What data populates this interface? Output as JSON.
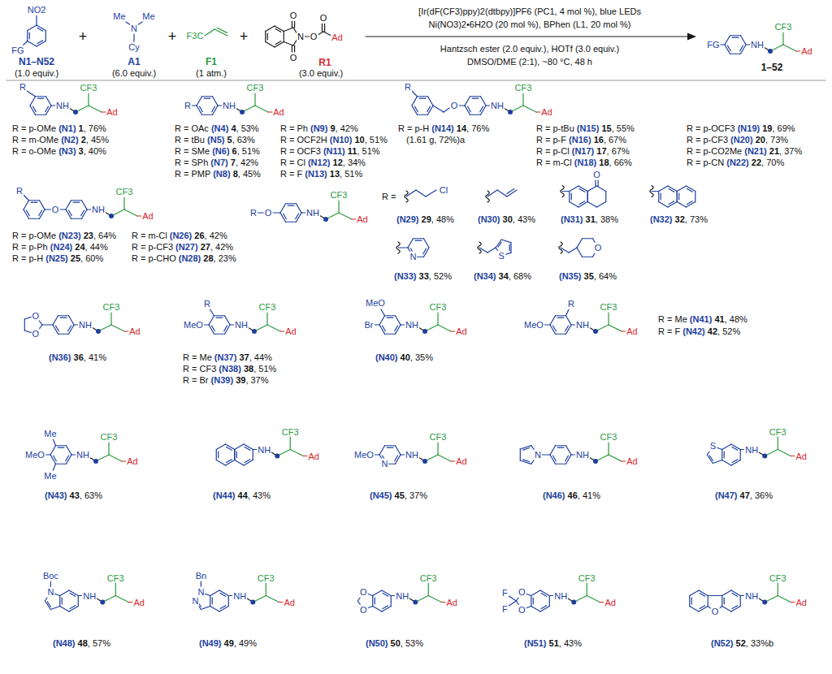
{
  "diagram": {
    "labels": [
      "NO2",
      "FG",
      "N1–N52",
      "(1.0 equiv.)",
      "+",
      "Me",
      "Me",
      "N",
      "Cy",
      "A1",
      "(6.0 equiv.)",
      "+",
      "F3C",
      "F1",
      "(1 atm.)",
      "+",
      "O",
      "O",
      "N",
      "O",
      "Ad",
      "O",
      "R1",
      "(3.0 equiv.)",
      "[Ir(dF(CF3)ppy)2(dtbpy)]PF6 (PC1, 4 mol %), blue LEDs",
      "Ni(NO3)2•6H2O (20 mol %), BPhen (L1, 20 mol %)",
      "Hantzsch ester (2.0 equiv.), HOTf (3.0 equiv.)",
      "DMSO/DME (2:1), ~80 °C, 48 h",
      "FG",
      "NH",
      "CF3",
      "Ad",
      "1–52",
      "R",
      "NH",
      "CF3",
      "Ad",
      "R = p-OMe (N1) 1, 76%",
      "R = m-OMe (N2) 2, 45%",
      "R = o-OMe (N3) 3, 40%",
      "R",
      "NH",
      "CF3",
      "Ad",
      "R = OAc (N4) 4, 53%",
      "R = tBu (N5) 5, 63%",
      "R = SMe (N6) 6, 51%",
      "R = SPh (N7) 7, 42%",
      "R = PMP (N8) 8, 45%",
      "R = Ph (N9) 9, 42%",
      "R = OCF2H (N10) 10, 51%",
      "R = OCF3 (N11) 11, 51%",
      "R = Cl (N12) 12, 34%",
      "R = F (N13) 13, 51%",
      "R",
      "O",
      "NH",
      "CF3",
      "Ad",
      "R = p-H (N14) 14, 76%",
      "(1.61 g, 72%)a",
      "R = p-tBu (N15) 15, 55%",
      "R = p-F (N16) 16, 67%",
      "R = p-Cl (N17) 17, 67%",
      "R = m-Cl (N18) 18, 66%",
      "R = p-OCF3 (N19) 19, 69%",
      "R = p-CF3 (N20) 20, 73%",
      "R = p-CO2Me (N21) 21, 37%",
      "R = p-CN (N22) 22, 70%",
      "R",
      "O",
      "NH",
      "CF3",
      "Ad",
      "R = p-OMe (N23) 23, 64%",
      "R = p-Ph (N24) 24, 44%",
      "R = p-H (N25) 25, 60%",
      "R = m-Cl (N26) 26, 42%",
      "R = p-CF3 (N27) 27, 42%",
      "R = p-CHO (N28) 28, 23%",
      "R",
      "O",
      "NH",
      "CF3",
      "Ad",
      "R =",
      "Cl",
      "(N29) 29, 48%",
      "(N30) 30, 43%",
      "O",
      "(N31) 31, 38%",
      "(N32) 32, 73%",
      "N",
      "(N33) 33, 52%",
      "S",
      "(N34) 34, 68%",
      "O",
      "(N35) 35, 64%",
      "O",
      "O",
      "NH",
      "CF3",
      "Ad",
      "(N36) 36, 41%",
      "R",
      "MeO",
      "NH",
      "CF3",
      "Ad",
      "R = Me (N37) 37, 44%",
      "R = CF3 (N38) 38, 51%",
      "R = Br (N39) 39, 37%",
      "MeO",
      "Br",
      "NH",
      "CF3",
      "Ad",
      "(N40) 40, 35%",
      "R",
      "MeO",
      "NH",
      "CF3",
      "Ad",
      "R = Me (N41) 41, 48%",
      "R = F (N42) 42, 52%",
      "Me",
      "MeO",
      "Me",
      "NH",
      "CF3",
      "Ad",
      "(N43) 43, 63%",
      "NH",
      "CF3",
      "Ad",
      "(N44) 44, 43%",
      "MeO",
      "N",
      "NH",
      "CF3",
      "Ad",
      "(N45) 45, 37%",
      "N",
      "NH",
      "CF3",
      "Ad",
      "(N46) 46, 41%",
      "S",
      "NH",
      "CF3",
      "Ad",
      "(N47) 47, 36%",
      "Boc",
      "N",
      "NH",
      "CF3",
      "Ad",
      "(N48) 48, 57%",
      "Bn",
      "N",
      "N",
      "NH",
      "CF3",
      "Ad",
      "(N49) 49, 49%",
      "O",
      "O",
      "NH",
      "CF3",
      "Ad",
      "(N50) 50, 53%",
      "O",
      "F",
      "F",
      "O",
      "NH",
      "CF3",
      "Ad",
      "(N51) 51, 43%",
      "O",
      "NH",
      "CF3",
      "Ad",
      "(N52) 52, 33%b"
    ]
  }
}
